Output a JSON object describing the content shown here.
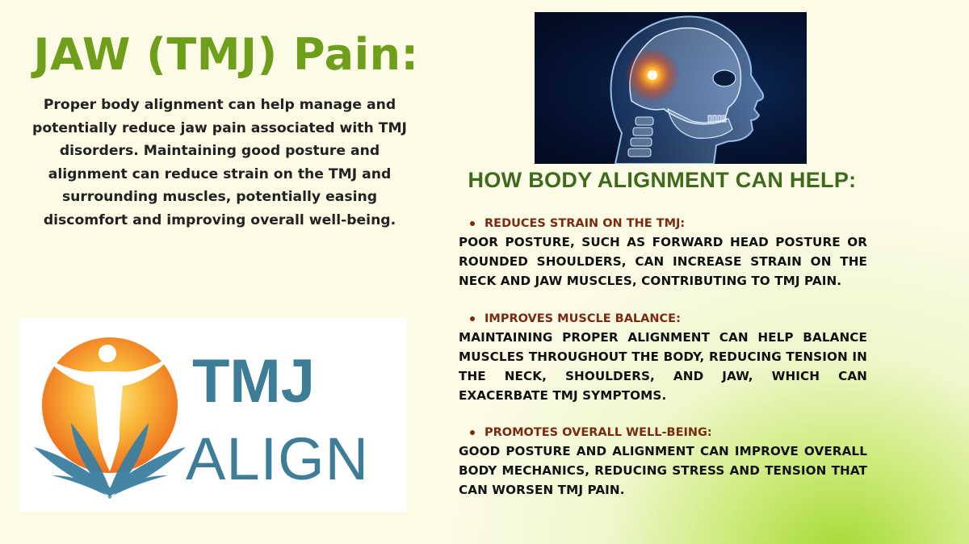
{
  "title": "JAW (TMJ) Pain:",
  "intro": "Proper body alignment can help manage and potentially reduce jaw pain associated with TMJ disorders. Maintaining good posture and alignment can reduce strain on the TMJ and surrounding muscles, potentially easing discomfort and improving overall well-being.",
  "help_heading": "HOW BODY ALIGNMENT CAN HELP:",
  "benefits": [
    {
      "heading": "REDUCES STRAIN ON THE TMJ:",
      "body": "POOR POSTURE, SUCH AS FORWARD HEAD POSTURE OR ROUNDED SHOULDERS, CAN INCREASE STRAIN ON THE NECK AND JAW MUSCLES, CONTRIBUTING TO TMJ PAIN."
    },
    {
      "heading": "IMPROVES MUSCLE BALANCE:",
      "body": "MAINTAINING PROPER ALIGNMENT CAN HELP BALANCE MUSCLES THROUGHOUT THE BODY, REDUCING TENSION IN THE NECK, SHOULDERS, AND JAW, WHICH CAN EXACERBATE TMJ SYMPTOMS."
    },
    {
      "heading": "PROMOTES OVERALL WELL-BEING:",
      "body": "GOOD POSTURE AND ALIGNMENT CAN IMPROVE OVERALL BODY MECHANICS, REDUCING STRESS AND TENSION THAT CAN WORSEN TMJ PAIN."
    }
  ],
  "logo": {
    "line1": "TMJ",
    "line2": "ALIGN"
  },
  "colors": {
    "title": "#6f9e1b",
    "heading": "#3e6a1b",
    "benefit_heading": "#7a2a12",
    "logo_text": "#3e7d98",
    "logo_sun_outer": "#f07a1e",
    "logo_sun_inner": "#fbd24a"
  },
  "icons": {
    "xray": "skull-xray-image",
    "logo": "tmj-align-logo"
  }
}
